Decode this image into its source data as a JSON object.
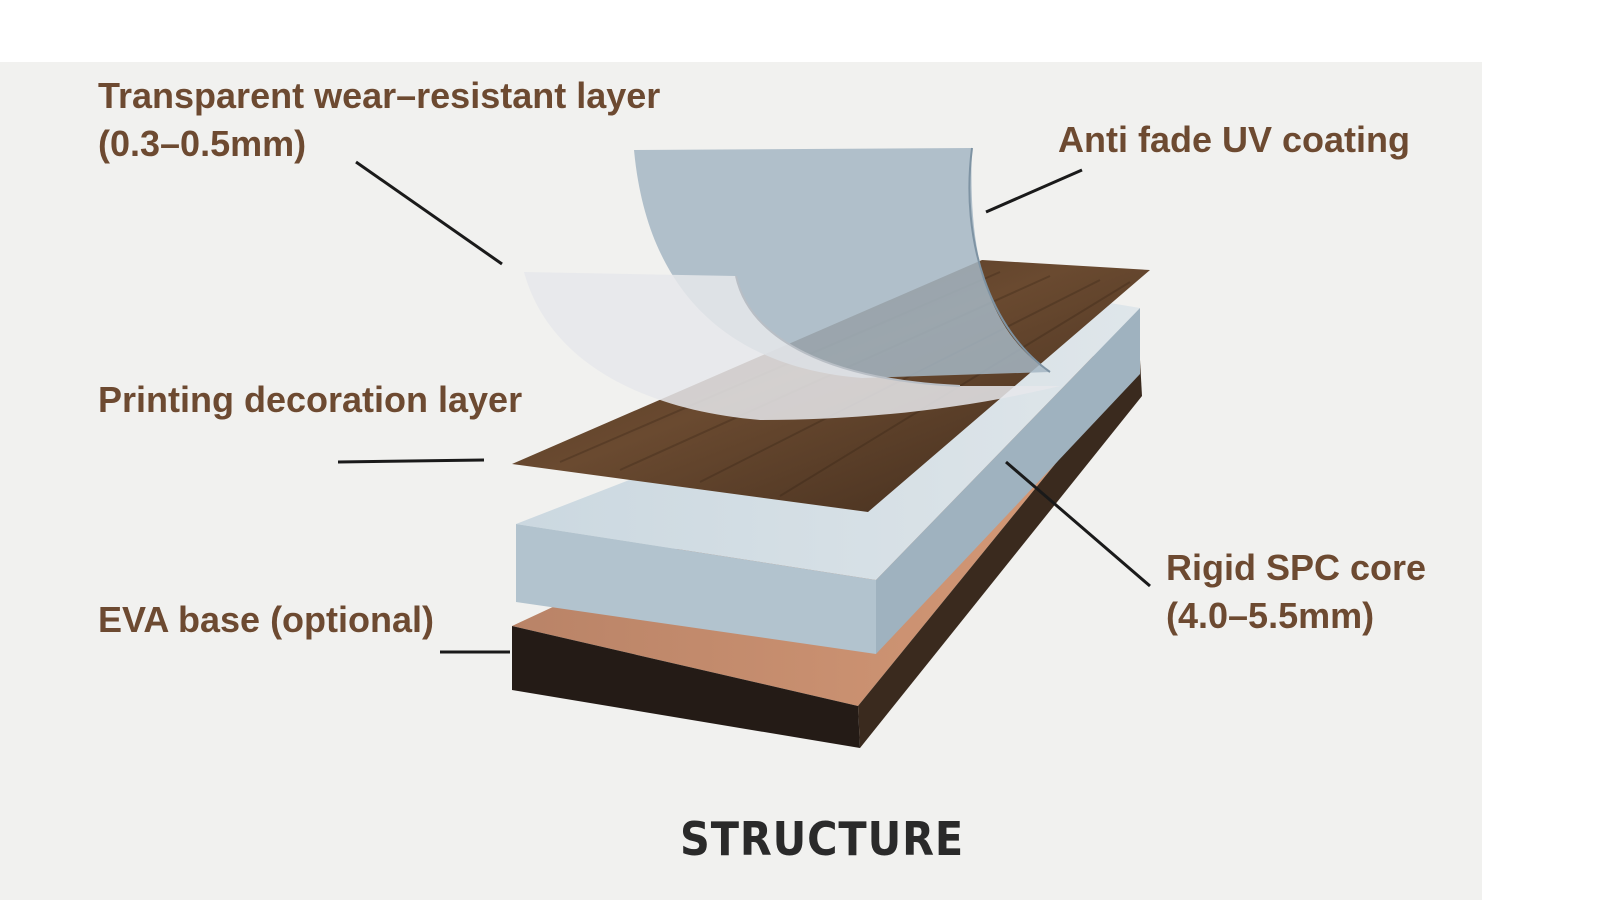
{
  "diagram": {
    "title": "STRUCTURE",
    "layers": [
      {
        "id": "wear",
        "label_lines": [
          "Transparent wear–resistant layer",
          "(0.3–0.5mm)"
        ]
      },
      {
        "id": "uv",
        "label_lines": [
          "Anti fade UV coating"
        ]
      },
      {
        "id": "print",
        "label_lines": [
          "Printing decoration layer"
        ]
      },
      {
        "id": "spc",
        "label_lines": [
          "Rigid SPC core",
          "(4.0–5.5mm)"
        ]
      },
      {
        "id": "eva",
        "label_lines": [
          "EVA base (optional)"
        ]
      }
    ]
  },
  "colors": {
    "background": "#f1f1ef",
    "label_text": "#6d4a31",
    "title_text": "#2a2a2a",
    "uv_film": "#9fb3c0",
    "wear_film": "#d6dadf",
    "wood_top": "#5a4029",
    "spc_top": "#c7d5de",
    "spc_front": "#aebfcb",
    "eva_top": "#c98f6e",
    "eva_front": "#241b16"
  }
}
